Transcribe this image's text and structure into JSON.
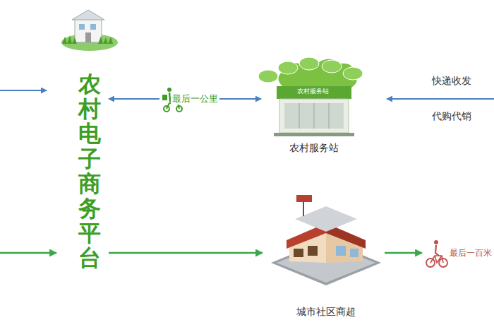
{
  "diagram": {
    "nodes": [
      {
        "text": [
          "农村电子商务平台"
        ]
      },
      {
        "text": [
          "农村服务站"
        ]
      },
      {
        "text": [
          "城市社区商超"
        ]
      }
    ],
    "edges": [
      {
        "from": 0,
        "to": 1,
        "arrow": "both",
        "label": "最后一公里"
      },
      {
        "from": 0,
        "to": 2,
        "arrow": "to"
      }
    ],
    "labels": [
      "快递收发",
      "代购代销",
      "最后一百米",
      "农村服务站"
    ]
  }
}
